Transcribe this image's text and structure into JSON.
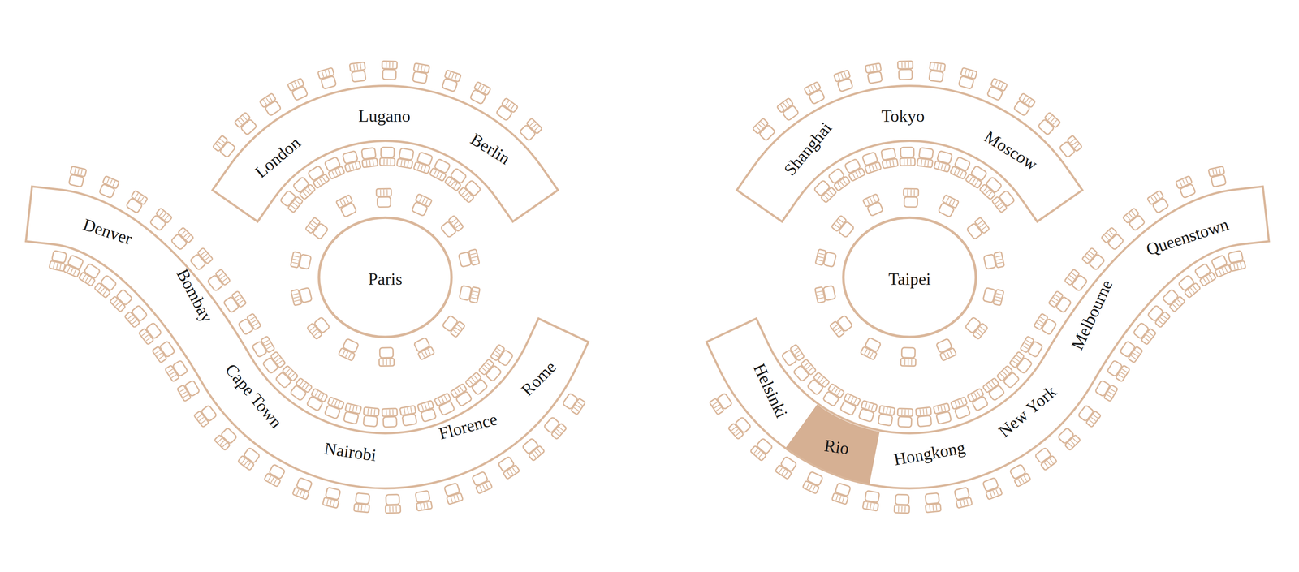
{
  "diagram": {
    "nodes": [
      {
        "text": [
          "London"
        ]
      },
      {
        "text": [
          "Lugano"
        ]
      },
      {
        "text": [
          "Berlin"
        ]
      },
      {
        "text": [
          "Paris"
        ]
      },
      {
        "text": [
          "Denver"
        ]
      },
      {
        "text": [
          "Bombay"
        ]
      },
      {
        "text": [
          "Cape Town"
        ]
      },
      {
        "text": [
          "Nairobi"
        ]
      },
      {
        "text": [
          "Florence"
        ]
      },
      {
        "text": [
          "Rome"
        ]
      },
      {
        "text": [
          "Shanghai"
        ]
      },
      {
        "text": [
          "Tokyo"
        ]
      },
      {
        "text": [
          "Moscow"
        ]
      },
      {
        "text": [
          "Taipei"
        ]
      },
      {
        "text": [
          "Helsinki"
        ]
      },
      {
        "text": [
          "Rio"
        ]
      },
      {
        "text": [
          "Hongkong"
        ]
      },
      {
        "text": [
          "New York"
        ]
      },
      {
        "text": [
          "Melbourne"
        ]
      },
      {
        "text": [
          "Queenstown"
        ]
      }
    ]
  }
}
